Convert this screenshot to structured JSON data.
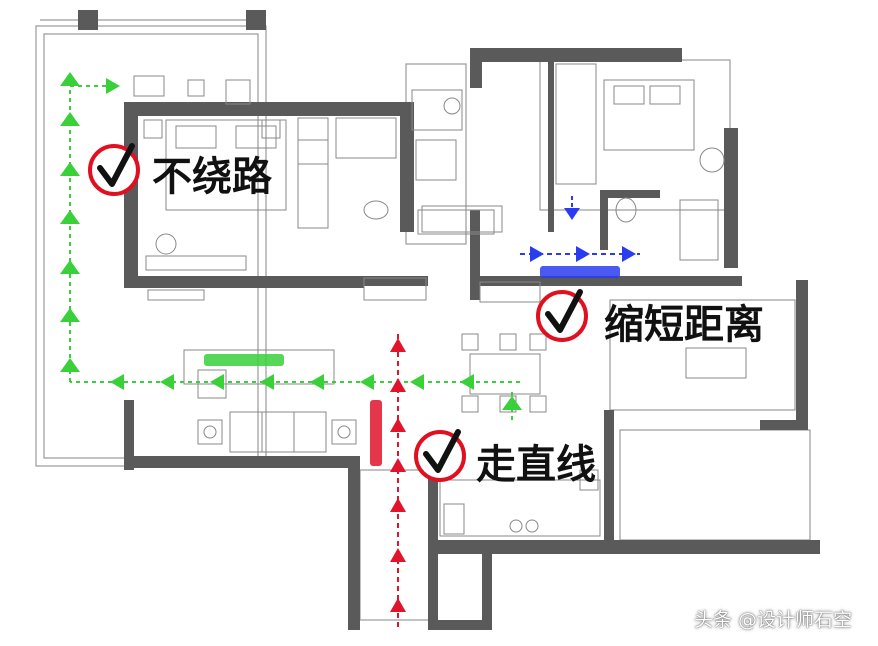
{
  "callouts": {
    "no_detour": "不绕路",
    "shorten_distance": "缩短距离",
    "straight_line": "走直线"
  },
  "watermark": "头条 @设计师石空",
  "colors": {
    "wall": "#5a5a5a",
    "thin_line": "#9a9a9a",
    "green_path": "#39d039",
    "blue_path": "#2a3cf0",
    "red_path": "#e0142c",
    "check_ring": "#e01020",
    "check_mark": "#111111"
  },
  "icons": [
    "check-mark-icon",
    "arrow-right-icon",
    "arrow-left-icon",
    "arrow-up-icon",
    "arrow-down-icon"
  ]
}
